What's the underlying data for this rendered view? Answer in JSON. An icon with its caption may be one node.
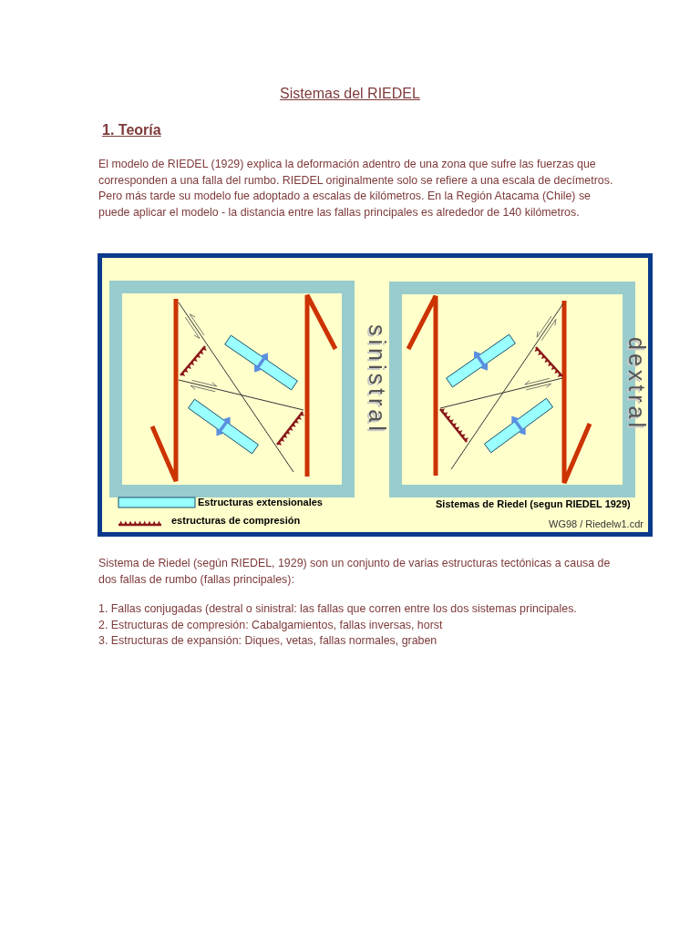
{
  "diagram": {
    "title": "Sistemas del RIEDEL",
    "labels": [
      "1. Teoría",
      "El modelo de RIEDEL (1929) explica la deformación adentro de una zona que sufre las fuerzas que corresponden a una falla del rumbo. RIEDEL originalmente solo se refiere a una escala de decímetros. Pero más tarde su modelo fue adoptado a escalas de kilómetros. En la Región Atacama (Chile) se puede aplicar el modelo - la distancia entre las fallas principales es alrededor de 140 kilómetros.",
      "sinistral",
      "dextral",
      "Sistemas de Riedel (segun RIEDEL 1929)",
      "WG98 / Riedelw1.cdr",
      "Sistema de Riedel (según RIEDEL, 1929) son un conjunto de varias estructuras tectónicas a causa de dos fallas de rumbo (fallas principales):",
      "1. Fallas conjugadas (destral o sinistral: las fallas que corren entre los dos sistemas principales.",
      "2. Estructuras de compresión: Cabalgamientos, fallas inversas, horst",
      "3. Estructuras de expansión: Diques, vetas, fallas normales, graben"
    ],
    "legend": [
      {
        "text": "Estructuras extensionales",
        "color": "#99ffff"
      },
      {
        "text": "estructuras de compresión"
      }
    ]
  }
}
